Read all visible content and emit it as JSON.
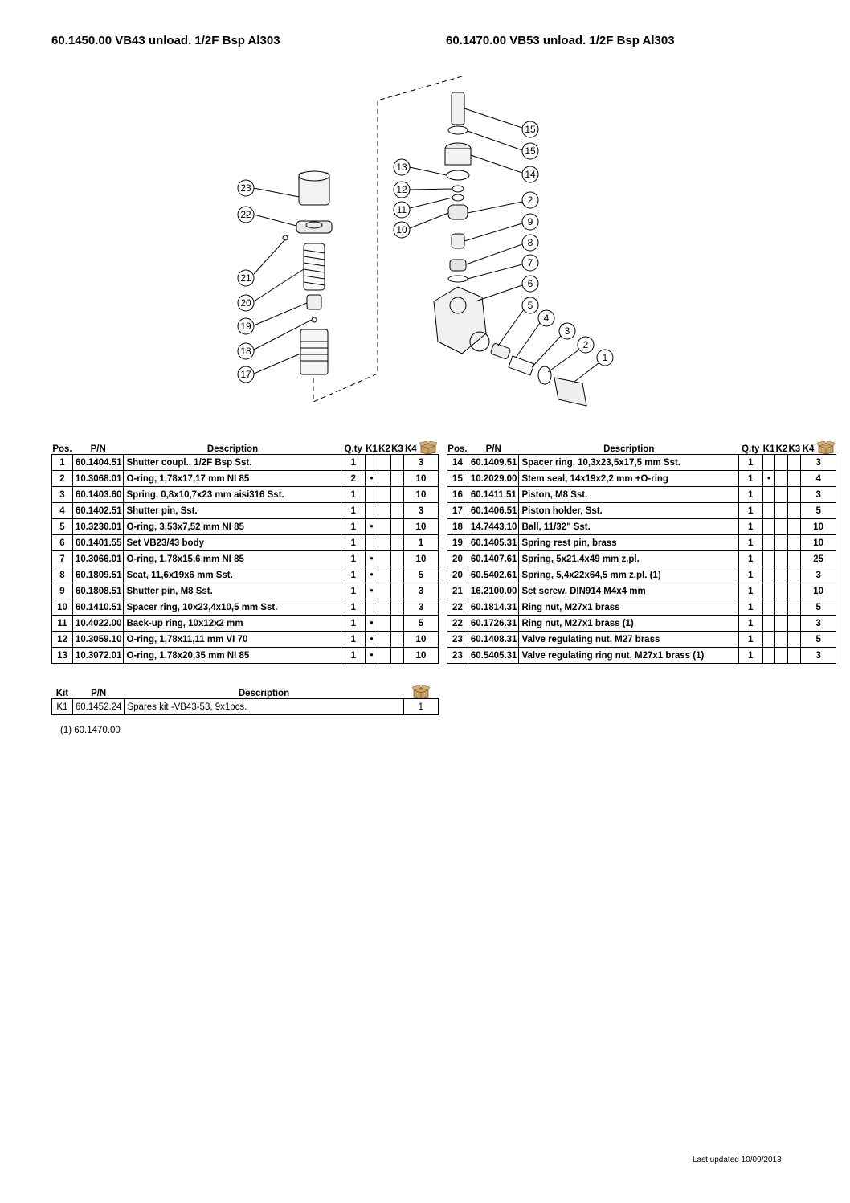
{
  "titles": {
    "left": "60.1450.00 VB43 unload. 1/2F Bsp Al303",
    "right": "60.1470.00 VB53 unload. 1/2F Bsp Al303"
  },
  "diagram_callouts": [
    "23",
    "22",
    "21",
    "20",
    "19",
    "18",
    "17",
    "15",
    "15",
    "14",
    "13",
    "12",
    "11",
    "10",
    "2",
    "9",
    "8",
    "7",
    "6",
    "5",
    "4",
    "3",
    "2",
    "1"
  ],
  "table_headers": {
    "pos": "Pos.",
    "pn": "P/N",
    "desc": "Description",
    "qty": "Q.ty",
    "k1": "K1",
    "k2": "K2",
    "k3": "K3",
    "k4": "K4"
  },
  "box_icon": "package-box-icon",
  "parts_left": [
    {
      "pos": "1",
      "pn": "60.1404.51",
      "desc": "Shutter coupl., 1/2F Bsp Sst.",
      "qty": "1",
      "k1": "",
      "k2": "",
      "k3": "",
      "pk": "3"
    },
    {
      "pos": "2",
      "pn": "10.3068.01",
      "desc": "O-ring, 1,78x17,17 mm NI 85",
      "qty": "2",
      "k1": "•",
      "k2": "",
      "k3": "",
      "pk": "10"
    },
    {
      "pos": "3",
      "pn": "60.1403.60",
      "desc": "Spring, 0,8x10,7x23 mm aisi316 Sst.",
      "qty": "1",
      "k1": "",
      "k2": "",
      "k3": "",
      "pk": "10"
    },
    {
      "pos": "4",
      "pn": "60.1402.51",
      "desc": "Shutter pin, Sst.",
      "qty": "1",
      "k1": "",
      "k2": "",
      "k3": "",
      "pk": "3"
    },
    {
      "pos": "5",
      "pn": "10.3230.01",
      "desc": "O-ring, 3,53x7,52 mm NI 85",
      "qty": "1",
      "k1": "•",
      "k2": "",
      "k3": "",
      "pk": "10"
    },
    {
      "pos": "6",
      "pn": "60.1401.55",
      "desc": "Set VB23/43 body",
      "qty": "1",
      "k1": "",
      "k2": "",
      "k3": "",
      "pk": "1"
    },
    {
      "pos": "7",
      "pn": "10.3066.01",
      "desc": "O-ring, 1,78x15,6 mm NI 85",
      "qty": "1",
      "k1": "•",
      "k2": "",
      "k3": "",
      "pk": "10"
    },
    {
      "pos": "8",
      "pn": "60.1809.51",
      "desc": "Seat, 11,6x19x6 mm Sst.",
      "qty": "1",
      "k1": "•",
      "k2": "",
      "k3": "",
      "pk": "5"
    },
    {
      "pos": "9",
      "pn": "60.1808.51",
      "desc": "Shutter pin, M8 Sst.",
      "qty": "1",
      "k1": "•",
      "k2": "",
      "k3": "",
      "pk": "3"
    },
    {
      "pos": "10",
      "pn": "60.1410.51",
      "desc": "Spacer ring, 10x23,4x10,5 mm Sst.",
      "qty": "1",
      "k1": "",
      "k2": "",
      "k3": "",
      "pk": "3"
    },
    {
      "pos": "11",
      "pn": "10.4022.00",
      "desc": "Back-up ring, 10x12x2 mm",
      "qty": "1",
      "k1": "•",
      "k2": "",
      "k3": "",
      "pk": "5"
    },
    {
      "pos": "12",
      "pn": "10.3059.10",
      "desc": "O-ring, 1,78x11,11 mm VI 70",
      "qty": "1",
      "k1": "•",
      "k2": "",
      "k3": "",
      "pk": "10"
    },
    {
      "pos": "13",
      "pn": "10.3072.01",
      "desc": "O-ring, 1,78x20,35 mm NI 85",
      "qty": "1",
      "k1": "•",
      "k2": "",
      "k3": "",
      "pk": "10"
    }
  ],
  "parts_right": [
    {
      "pos": "14",
      "pn": "60.1409.51",
      "desc": "Spacer ring, 10,3x23,5x17,5 mm Sst.",
      "qty": "1",
      "k1": "",
      "k2": "",
      "k3": "",
      "pk": "3"
    },
    {
      "pos": "15",
      "pn": "10.2029.00",
      "desc": "Stem seal, 14x19x2,2 mm +O-ring",
      "qty": "1",
      "k1": "•",
      "k2": "",
      "k3": "",
      "pk": "4"
    },
    {
      "pos": "16",
      "pn": "60.1411.51",
      "desc": "Piston, M8 Sst.",
      "qty": "1",
      "k1": "",
      "k2": "",
      "k3": "",
      "pk": "3"
    },
    {
      "pos": "17",
      "pn": "60.1406.51",
      "desc": "Piston holder, Sst.",
      "qty": "1",
      "k1": "",
      "k2": "",
      "k3": "",
      "pk": "5"
    },
    {
      "pos": "18",
      "pn": "14.7443.10",
      "desc": "Ball, 11/32\" Sst.",
      "qty": "1",
      "k1": "",
      "k2": "",
      "k3": "",
      "pk": "10"
    },
    {
      "pos": "19",
      "pn": "60.1405.31",
      "desc": "Spring rest pin, brass",
      "qty": "1",
      "k1": "",
      "k2": "",
      "k3": "",
      "pk": "10"
    },
    {
      "pos": "20",
      "pn": "60.1407.61",
      "desc": "Spring, 5x21,4x49 mm z.pl.",
      "qty": "1",
      "k1": "",
      "k2": "",
      "k3": "",
      "pk": "25"
    },
    {
      "pos": "20",
      "pn": "60.5402.61",
      "desc": "Spring, 5,4x22x64,5 mm z.pl. (1)",
      "qty": "1",
      "k1": "",
      "k2": "",
      "k3": "",
      "pk": "3"
    },
    {
      "pos": "21",
      "pn": "16.2100.00",
      "desc": "Set screw, DIN914 M4x4 mm",
      "qty": "1",
      "k1": "",
      "k2": "",
      "k3": "",
      "pk": "10"
    },
    {
      "pos": "22",
      "pn": "60.1814.31",
      "desc": "Ring nut, M27x1 brass",
      "qty": "1",
      "k1": "",
      "k2": "",
      "k3": "",
      "pk": "5"
    },
    {
      "pos": "22",
      "pn": "60.1726.31",
      "desc": "Ring nut, M27x1 brass (1)",
      "qty": "1",
      "k1": "",
      "k2": "",
      "k3": "",
      "pk": "3"
    },
    {
      "pos": "23",
      "pn": "60.1408.31",
      "desc": "Valve regulating nut, M27 brass",
      "qty": "1",
      "k1": "",
      "k2": "",
      "k3": "",
      "pk": "5"
    },
    {
      "pos": "23",
      "pn": "60.5405.31",
      "desc": "Valve regulating ring nut, M27x1 brass (1)",
      "qty": "1",
      "k1": "",
      "k2": "",
      "k3": "",
      "pk": "3"
    }
  ],
  "kit_headers": {
    "kit": "Kit",
    "pn": "P/N",
    "desc": "Description"
  },
  "kits": [
    {
      "kit": "K1",
      "pn": "60.1452.24",
      "desc": "Spares kit -VB43-53, 9x1pcs.",
      "pk": "1"
    }
  ],
  "footnote": "(1) 60.1470.00",
  "last_updated": "Last updated 10/09/2013"
}
